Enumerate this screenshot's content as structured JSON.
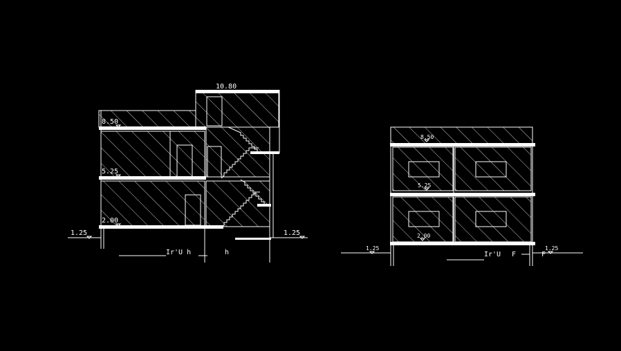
{
  "section_a": {
    "roof_width": "10.80",
    "level_top": "8.50",
    "level_mid": "5.25",
    "level_ground": "2.00",
    "ground_left": "1.25",
    "ground_right": "1.25",
    "caption_main": "Ir'U  h",
    "caption_mark": "h"
  },
  "section_b": {
    "level_top": "8.50",
    "level_mid": "5.25",
    "level_ground": "2.00",
    "ground_left": "1.25",
    "ground_right": "1.25",
    "caption_main": "Ir'U",
    "caption_mark_left": "F",
    "caption_mark_right": "F"
  },
  "colors": {
    "background": "#000000",
    "lines": "#ffffff"
  }
}
